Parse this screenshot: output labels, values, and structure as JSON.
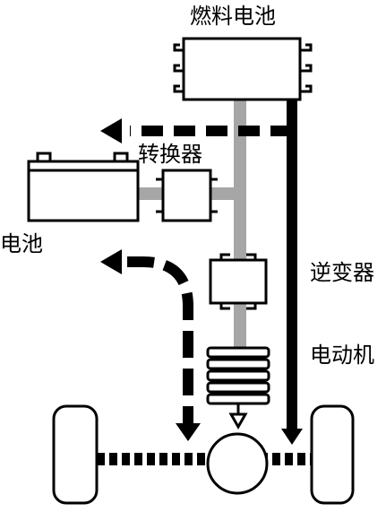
{
  "labels": {
    "fuel_cell": "燃料电池",
    "converter": "转换器",
    "battery": "电池",
    "inverter": "逆变器",
    "motor": "电动机"
  },
  "colors": {
    "primary_stroke": "#000000",
    "secondary_flow": "#a6a6a6",
    "background": "#ffffff"
  }
}
